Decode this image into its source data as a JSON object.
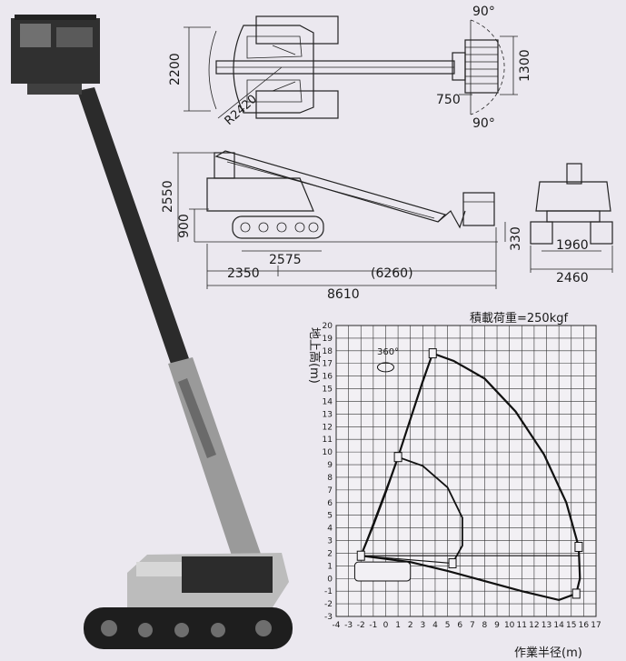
{
  "top_view": {
    "dim_width": "2200",
    "dim_radius": "R2420",
    "dim_platform_depth": "1300",
    "dim_platform_offset": "750",
    "angle_top": "90°",
    "angle_bottom": "90°"
  },
  "side_view": {
    "dim_height": "2550",
    "dim_lower_height": "900",
    "dim_ground_clearance": "330",
    "dim_track_length": "2575",
    "dim_rear": "2350",
    "dim_front": "(6260)",
    "dim_total": "8610"
  },
  "rear_view": {
    "dim_track_gauge": "1960",
    "dim_overall_width": "2460"
  },
  "chart_data": {
    "type": "scatter",
    "title": "積載荷重=250kgf",
    "xlabel": "作業半径(m)",
    "ylabel": "地上高(m)",
    "xlim": [
      -4,
      17
    ],
    "ylim": [
      -3,
      20
    ],
    "x_ticks": [
      "-4",
      "-3",
      "-2",
      "-1",
      "0",
      "1",
      "2",
      "3",
      "4",
      "5",
      "6",
      "7",
      "8",
      "9",
      "10",
      "11",
      "12",
      "13",
      "14",
      "15",
      "16",
      "17"
    ],
    "y_ticks": [
      "-3",
      "-2",
      "-1",
      "0",
      "1",
      "2",
      "3",
      "4",
      "5",
      "6",
      "7",
      "8",
      "9",
      "10",
      "11",
      "12",
      "13",
      "14",
      "15",
      "16",
      "17",
      "18",
      "19",
      "20"
    ],
    "grid": true,
    "annotation": "360°",
    "envelope": [
      [
        -2,
        1.8
      ],
      [
        -1,
        4.2
      ],
      [
        0,
        6.8
      ],
      [
        1,
        9.6
      ],
      [
        2,
        12.6
      ],
      [
        3,
        15.6
      ],
      [
        3.8,
        17.8
      ],
      [
        5.5,
        17.2
      ],
      [
        8,
        15.8
      ],
      [
        10.5,
        13.2
      ],
      [
        12.8,
        9.8
      ],
      [
        14.6,
        6
      ],
      [
        15.6,
        2.5
      ],
      [
        15.7,
        0
      ],
      [
        15.4,
        -1.2
      ],
      [
        14,
        -1.7
      ],
      [
        11,
        -1.0
      ],
      [
        8,
        -0.2
      ],
      [
        5,
        0.6
      ],
      [
        2,
        1.3
      ],
      [
        -2,
        1.8
      ]
    ],
    "inner_arc": [
      [
        1,
        9.6
      ],
      [
        3,
        8.9
      ],
      [
        5,
        7.2
      ],
      [
        6.2,
        4.8
      ],
      [
        6.2,
        2.6
      ],
      [
        5.4,
        1.2
      ]
    ],
    "boom_lines": [
      [
        [
          -2,
          1.8
        ],
        [
          1,
          9.6
        ]
      ],
      [
        [
          1,
          9.6
        ],
        [
          3.8,
          17.8
        ]
      ],
      [
        [
          -2,
          1.8
        ],
        [
          15.6,
          1.8
        ]
      ],
      [
        [
          -2,
          1.8
        ],
        [
          5.4,
          1.2
        ]
      ]
    ]
  }
}
